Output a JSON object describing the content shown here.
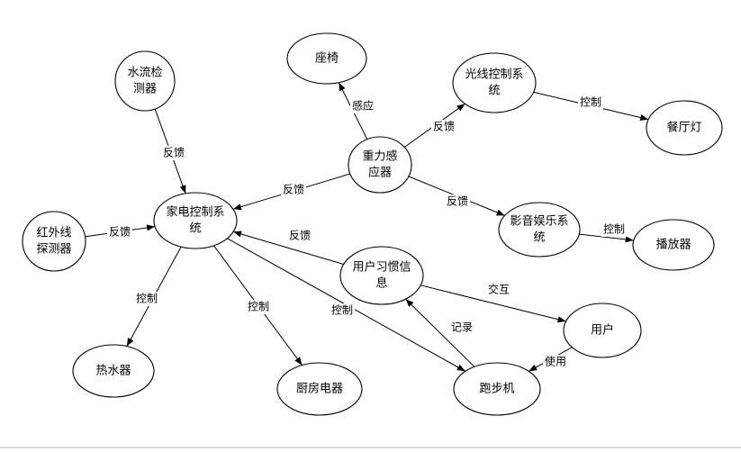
{
  "nodes": [
    {
      "id": "water",
      "lines": [
        "水流检",
        "测器"
      ]
    },
    {
      "id": "seat",
      "lines": [
        "座椅"
      ]
    },
    {
      "id": "light",
      "lines": [
        "光线控制系",
        "统"
      ]
    },
    {
      "id": "dining",
      "lines": [
        "餐厅灯"
      ]
    },
    {
      "id": "gravity",
      "lines": [
        "重力感",
        "应器"
      ]
    },
    {
      "id": "appliance",
      "lines": [
        "家电控制系",
        "统"
      ]
    },
    {
      "id": "infrared",
      "lines": [
        "红外线",
        "探测器"
      ]
    },
    {
      "id": "av",
      "lines": [
        "影音娱乐系",
        "统"
      ]
    },
    {
      "id": "player",
      "lines": [
        "播放器"
      ]
    },
    {
      "id": "habit",
      "lines": [
        "用户习惯信",
        "息"
      ]
    },
    {
      "id": "user",
      "lines": [
        "用户"
      ]
    },
    {
      "id": "heater",
      "lines": [
        "热水器"
      ]
    },
    {
      "id": "kitchen",
      "lines": [
        "厨房电器"
      ]
    },
    {
      "id": "treadmill",
      "lines": [
        "跑步机"
      ]
    }
  ],
  "edges": [
    {
      "from": "water",
      "to": "appliance",
      "label": "反馈"
    },
    {
      "from": "gravity",
      "to": "seat",
      "label": "感应"
    },
    {
      "from": "gravity",
      "to": "light",
      "label": "反馈"
    },
    {
      "from": "light",
      "to": "dining",
      "label": "控制"
    },
    {
      "from": "gravity",
      "to": "appliance",
      "label": "反馈"
    },
    {
      "from": "gravity",
      "to": "av",
      "label": "反馈"
    },
    {
      "from": "av",
      "to": "player",
      "label": "控制"
    },
    {
      "from": "infrared",
      "to": "appliance",
      "label": "反馈"
    },
    {
      "from": "habit",
      "to": "appliance",
      "label": "反馈"
    },
    {
      "from": "appliance",
      "to": "heater",
      "label": "控制"
    },
    {
      "from": "appliance",
      "to": "kitchen",
      "label": "控制"
    },
    {
      "from": "appliance",
      "to": "treadmill",
      "label": "控制"
    },
    {
      "from": "habit",
      "to": "user",
      "label": "交互"
    },
    {
      "from": "treadmill",
      "to": "habit",
      "label": "记录"
    },
    {
      "from": "user",
      "to": "treadmill",
      "label": "使用"
    }
  ]
}
